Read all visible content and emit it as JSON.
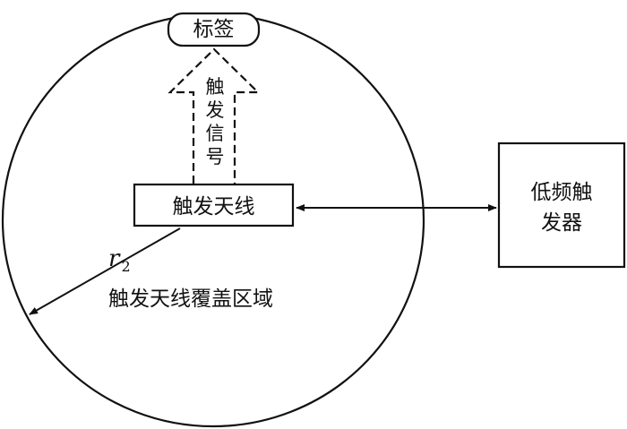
{
  "diagram": {
    "tag_label": "标签",
    "trigger_signal_label": [
      "触",
      "发",
      "信",
      "号"
    ],
    "antenna_label": "触发天线",
    "radius_symbol": "r",
    "radius_subscript": "2",
    "coverage_label": "触发天线覆盖区域",
    "lf_trigger_label_line1": "低频触",
    "lf_trigger_label_line2": "发器",
    "colors": {
      "stroke": "#111111",
      "background": "#ffffff"
    }
  }
}
